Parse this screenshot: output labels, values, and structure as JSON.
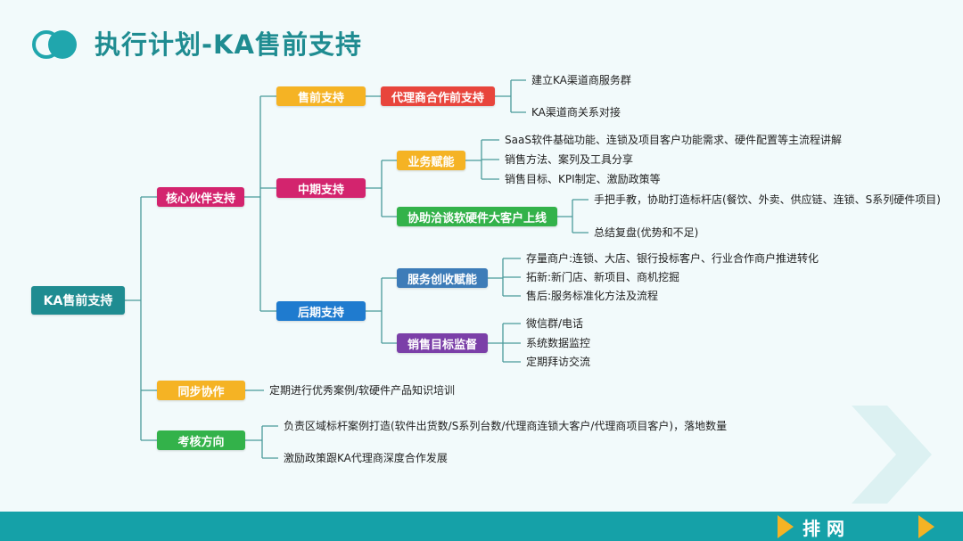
{
  "header": {
    "title": "执行计划-KA售前支持"
  },
  "brand": {
    "name": "排 网"
  },
  "diagram": {
    "root": "KA售前支持",
    "level1": [
      "核心伙伴支持",
      "同步协作",
      "考核方向"
    ],
    "level2": [
      "售前支持",
      "中期支持",
      "后期支持"
    ],
    "level3": [
      "代理商合作前支持",
      "业务赋能",
      "协助洽谈软硬件大客户上线",
      "服务创收赋能",
      "销售目标监督"
    ],
    "presale_items": [
      "建立KA渠道商服务群",
      "KA渠道商关系对接"
    ],
    "enable_items": [
      "SaaS软件基础功能、连锁及项目客户功能需求、硬件配置等主流程讲解",
      "销售方法、案列及工具分享",
      "销售目标、KPI制定、激励政策等"
    ],
    "assist_items": [
      "手把手教，协助打造标杆店(餐饮、外卖、供应链、连锁、S系列硬件项目)",
      "总结复盘(优势和不足)"
    ],
    "service_items": [
      "存量商户:连锁、大店、银行投标客户、行业合作商户推进转化",
      "拓新:新门店、新项目、商机挖掘",
      "售后:服务标准化方法及流程"
    ],
    "monitor_items": [
      "微信群/电话",
      "系统数据监控",
      "定期拜访交流"
    ],
    "sync_items": [
      "定期进行优秀案例/软硬件产品知识培训"
    ],
    "assess_items": [
      "负责区域标杆案例打造(软件出货数/S系列台数/代理商连锁大客户/代理商项目客户)，落地数量",
      "激励政策跟KA代理商深度合作发展"
    ]
  },
  "colors": {
    "teal": "#1f8c91",
    "red": "#e8453c",
    "magenta": "#d3246e",
    "orange": "#f5b324",
    "green": "#33b24a",
    "blue": "#1f7bcf",
    "steel": "#3d7cb8",
    "purple": "#7b3fa8",
    "line": "#4a9a9a"
  }
}
